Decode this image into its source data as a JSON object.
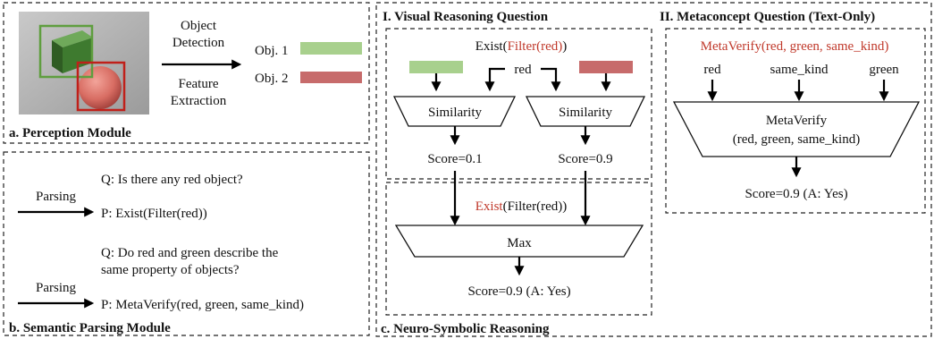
{
  "perception": {
    "title": "a. Perception Module",
    "step1": "Object",
    "step2": "Detection",
    "step3": "Feature",
    "step4": "Extraction",
    "obj1": "Obj. 1",
    "obj2": "Obj. 2",
    "color_obj1": "#a8d08d",
    "color_obj2": "#c76b6b",
    "scene_image": "rendered-scene-green-cube-red-sphere"
  },
  "parsing": {
    "title": "b. Semantic Parsing Module",
    "arrow_label": "Parsing",
    "q1": "Q: Is there any red object?",
    "p1": "P: Exist(Filter(red))",
    "q2_line1": "Q: Do red and green describe the",
    "q2_line2": "same property of objects?",
    "p2": "P: MetaVerify(red, green, same_kind)"
  },
  "reasoning": {
    "title": "c. Neuro-Symbolic Reasoning",
    "visual_title": "I. Visual Reasoning Question",
    "program_prefix": "Exist(",
    "program_filter": "Filter(red)",
    "program_suffix": ")",
    "red_token": "red",
    "similarity": "Similarity",
    "score_left": "Score=0.1",
    "score_right": "Score=0.9",
    "exist_op": "Exist",
    "exist_rest": "(Filter(red))",
    "max": "Max",
    "final_score": "Score=0.9 (A: Yes)"
  },
  "metaconcept": {
    "title": "II. Metaconcept Question (Text-Only)",
    "program": "MetaVerify(red, green, same_kind)",
    "in_red": "red",
    "in_kind": "same_kind",
    "in_green": "green",
    "op_line1": "MetaVerify",
    "op_line2": "(red, green, same_kind)",
    "score": "Score=0.9 (A: Yes)"
  },
  "colors": {
    "accent_red": "#c0392b"
  }
}
